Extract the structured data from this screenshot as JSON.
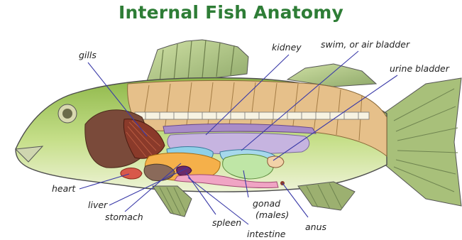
{
  "title": "Internal Fish Anatomy",
  "labels": {
    "gills": "gills",
    "kidney": "kidney",
    "swim_bladder": "swim, or air bladder",
    "urine_bladder": "urine bladder",
    "heart": "heart",
    "liver": "liver",
    "stomach": "stomach",
    "spleen": "spleen",
    "intestine": "intestine",
    "gonad": "gonad",
    "gonad_note": "(males)",
    "anus": "anus"
  },
  "colors": {
    "title": "#2e7d36",
    "body_green": "#b9d77a",
    "muscle_tan": "#e6c08a",
    "liver_orange": "#f5b04a",
    "swim_bladder_blue": "#8fd0e8",
    "kidney_purple": "#a98cc8",
    "gonad_green": "#bfe6a6",
    "heart_red": "#d8584a",
    "gill_red": "#8a3a2a",
    "leader_line": "#3a3aa8"
  }
}
